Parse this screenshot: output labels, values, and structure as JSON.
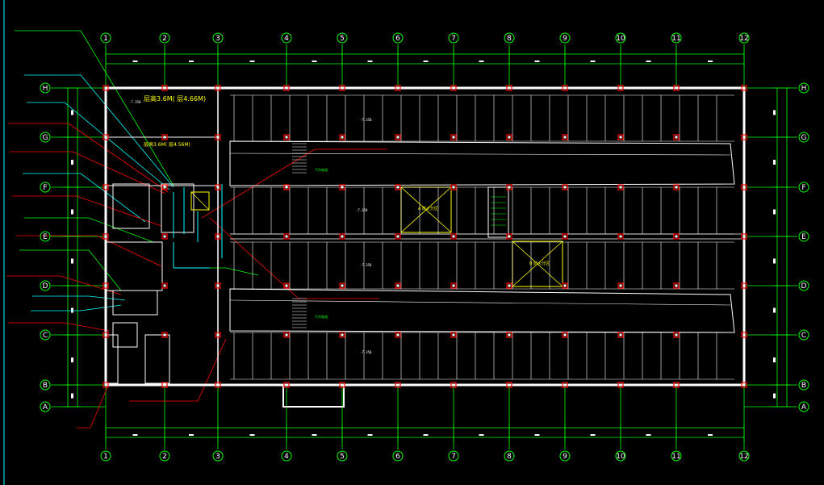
{
  "drawing": {
    "grid_columns": [
      "1",
      "2",
      "3",
      "4",
      "5",
      "6",
      "7",
      "8",
      "9",
      "10",
      "11",
      "12"
    ],
    "grid_rows": [
      "H",
      "G",
      "F",
      "E",
      "D",
      "C",
      "B",
      "A"
    ],
    "room_labels": {
      "upper_height": "层高3.6M(  层4.66M)",
      "lower_height": "层高3.6M(  层4.56M)",
      "ramp_up": "汽车坡道",
      "ramp_down": "汽车坡道",
      "fire_zone_a": "A 防火分区",
      "fire_zone_b": "B 防火分区",
      "level_1": "-7.350",
      "level_2": "-7.350",
      "level_3": "-7.350",
      "level_4": "-7.350",
      "level_5": "-7.350"
    },
    "colors": {
      "background": "#000000",
      "wall": "#ffffff",
      "column": "#ff0000",
      "grid_axis": "#00ff00",
      "annotation": "#ffff00",
      "leader_cyan": "#00ffff",
      "leader_red": "#ff0000"
    }
  }
}
